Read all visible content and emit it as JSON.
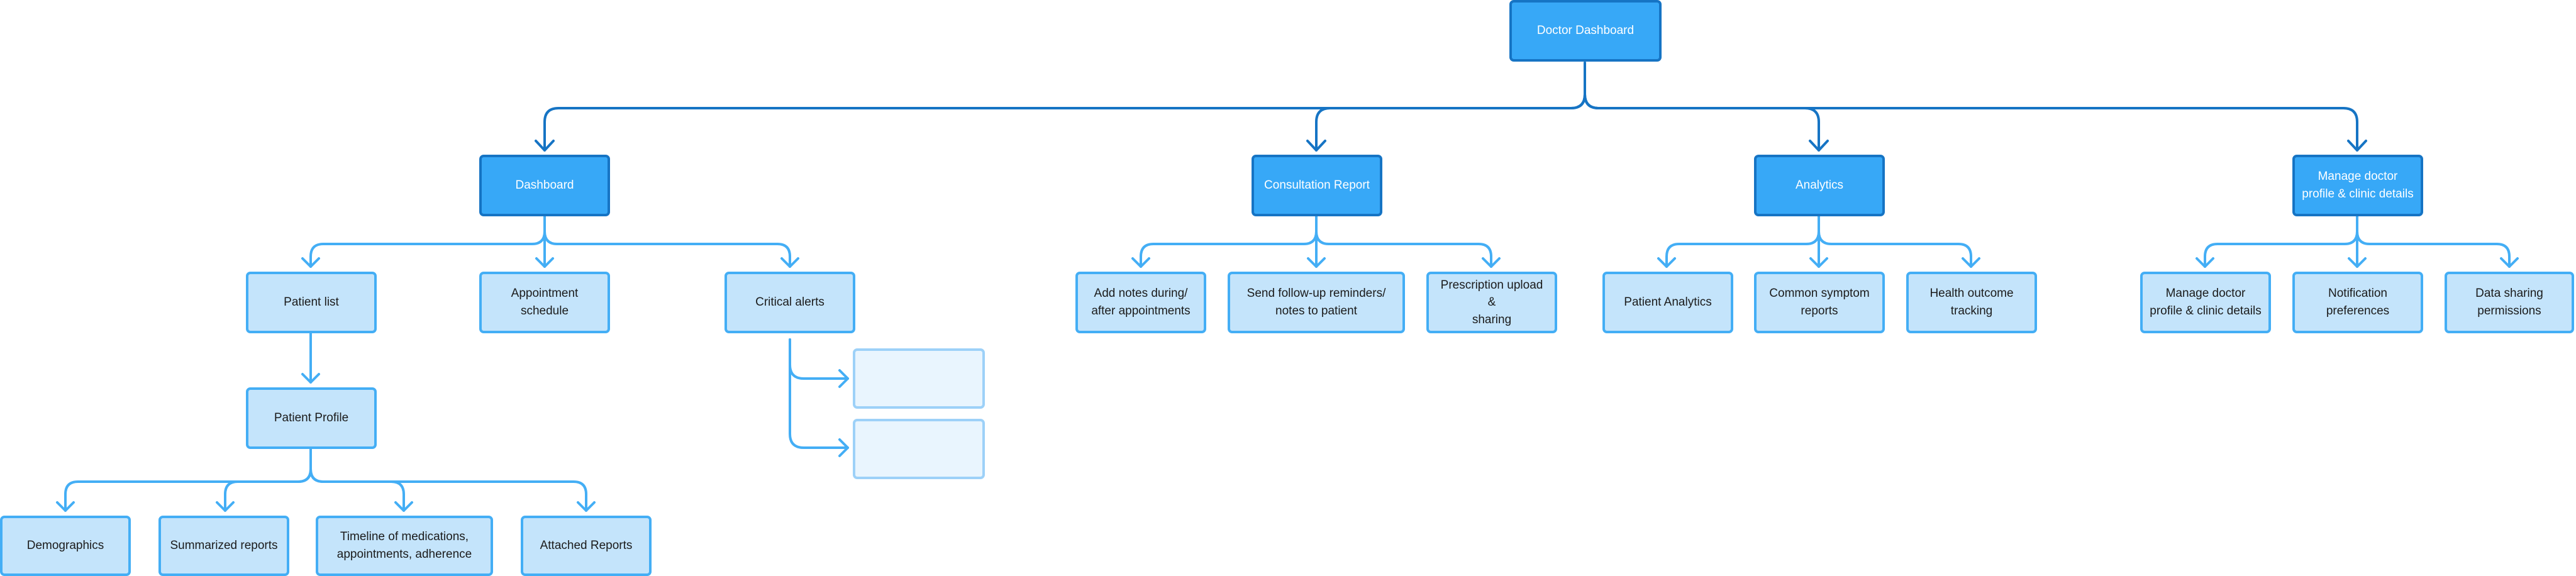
{
  "root": "Doctor Dashboard",
  "sections": {
    "dashboard": "Dashboard",
    "consultation": "Consultation Report",
    "analytics": "Analytics",
    "manage": "Manage doctor\nprofile & clinic details"
  },
  "dashboard_children": {
    "patient_list": "Patient list",
    "appointment_schedule": "Appointment\nschedule",
    "critical_alerts": "Critical alerts",
    "patient_profile": "Patient Profile"
  },
  "profile_children": {
    "demographics": "Demographics",
    "summarized_reports": "Summarized reports",
    "timeline": "Timeline of medications,\nappointments, adherence",
    "attached_reports": "Attached Reports"
  },
  "consultation_children": {
    "add_notes": "Add notes during/\nafter appointments",
    "send_reminders": "Send follow-up reminders/\nnotes to patient",
    "prescription": "Prescription upload &\nsharing"
  },
  "analytics_children": {
    "patient_analytics": "Patient Analytics",
    "symptom_reports": "Common symptom\nreports",
    "health_outcome": "Health outcome\ntracking"
  },
  "manage_children": {
    "manage_profile": "Manage doctor\nprofile & clinic details",
    "notification_prefs": "Notification\npreferences",
    "data_sharing": "Data sharing\npermissions"
  },
  "colors": {
    "primary_fill": "#37a8f7",
    "primary_border": "#1674c4",
    "secondary_fill": "#c4e4fb",
    "secondary_border": "#44aef5",
    "dark_connector": "#1674c4",
    "light_connector": "#44aef5"
  }
}
